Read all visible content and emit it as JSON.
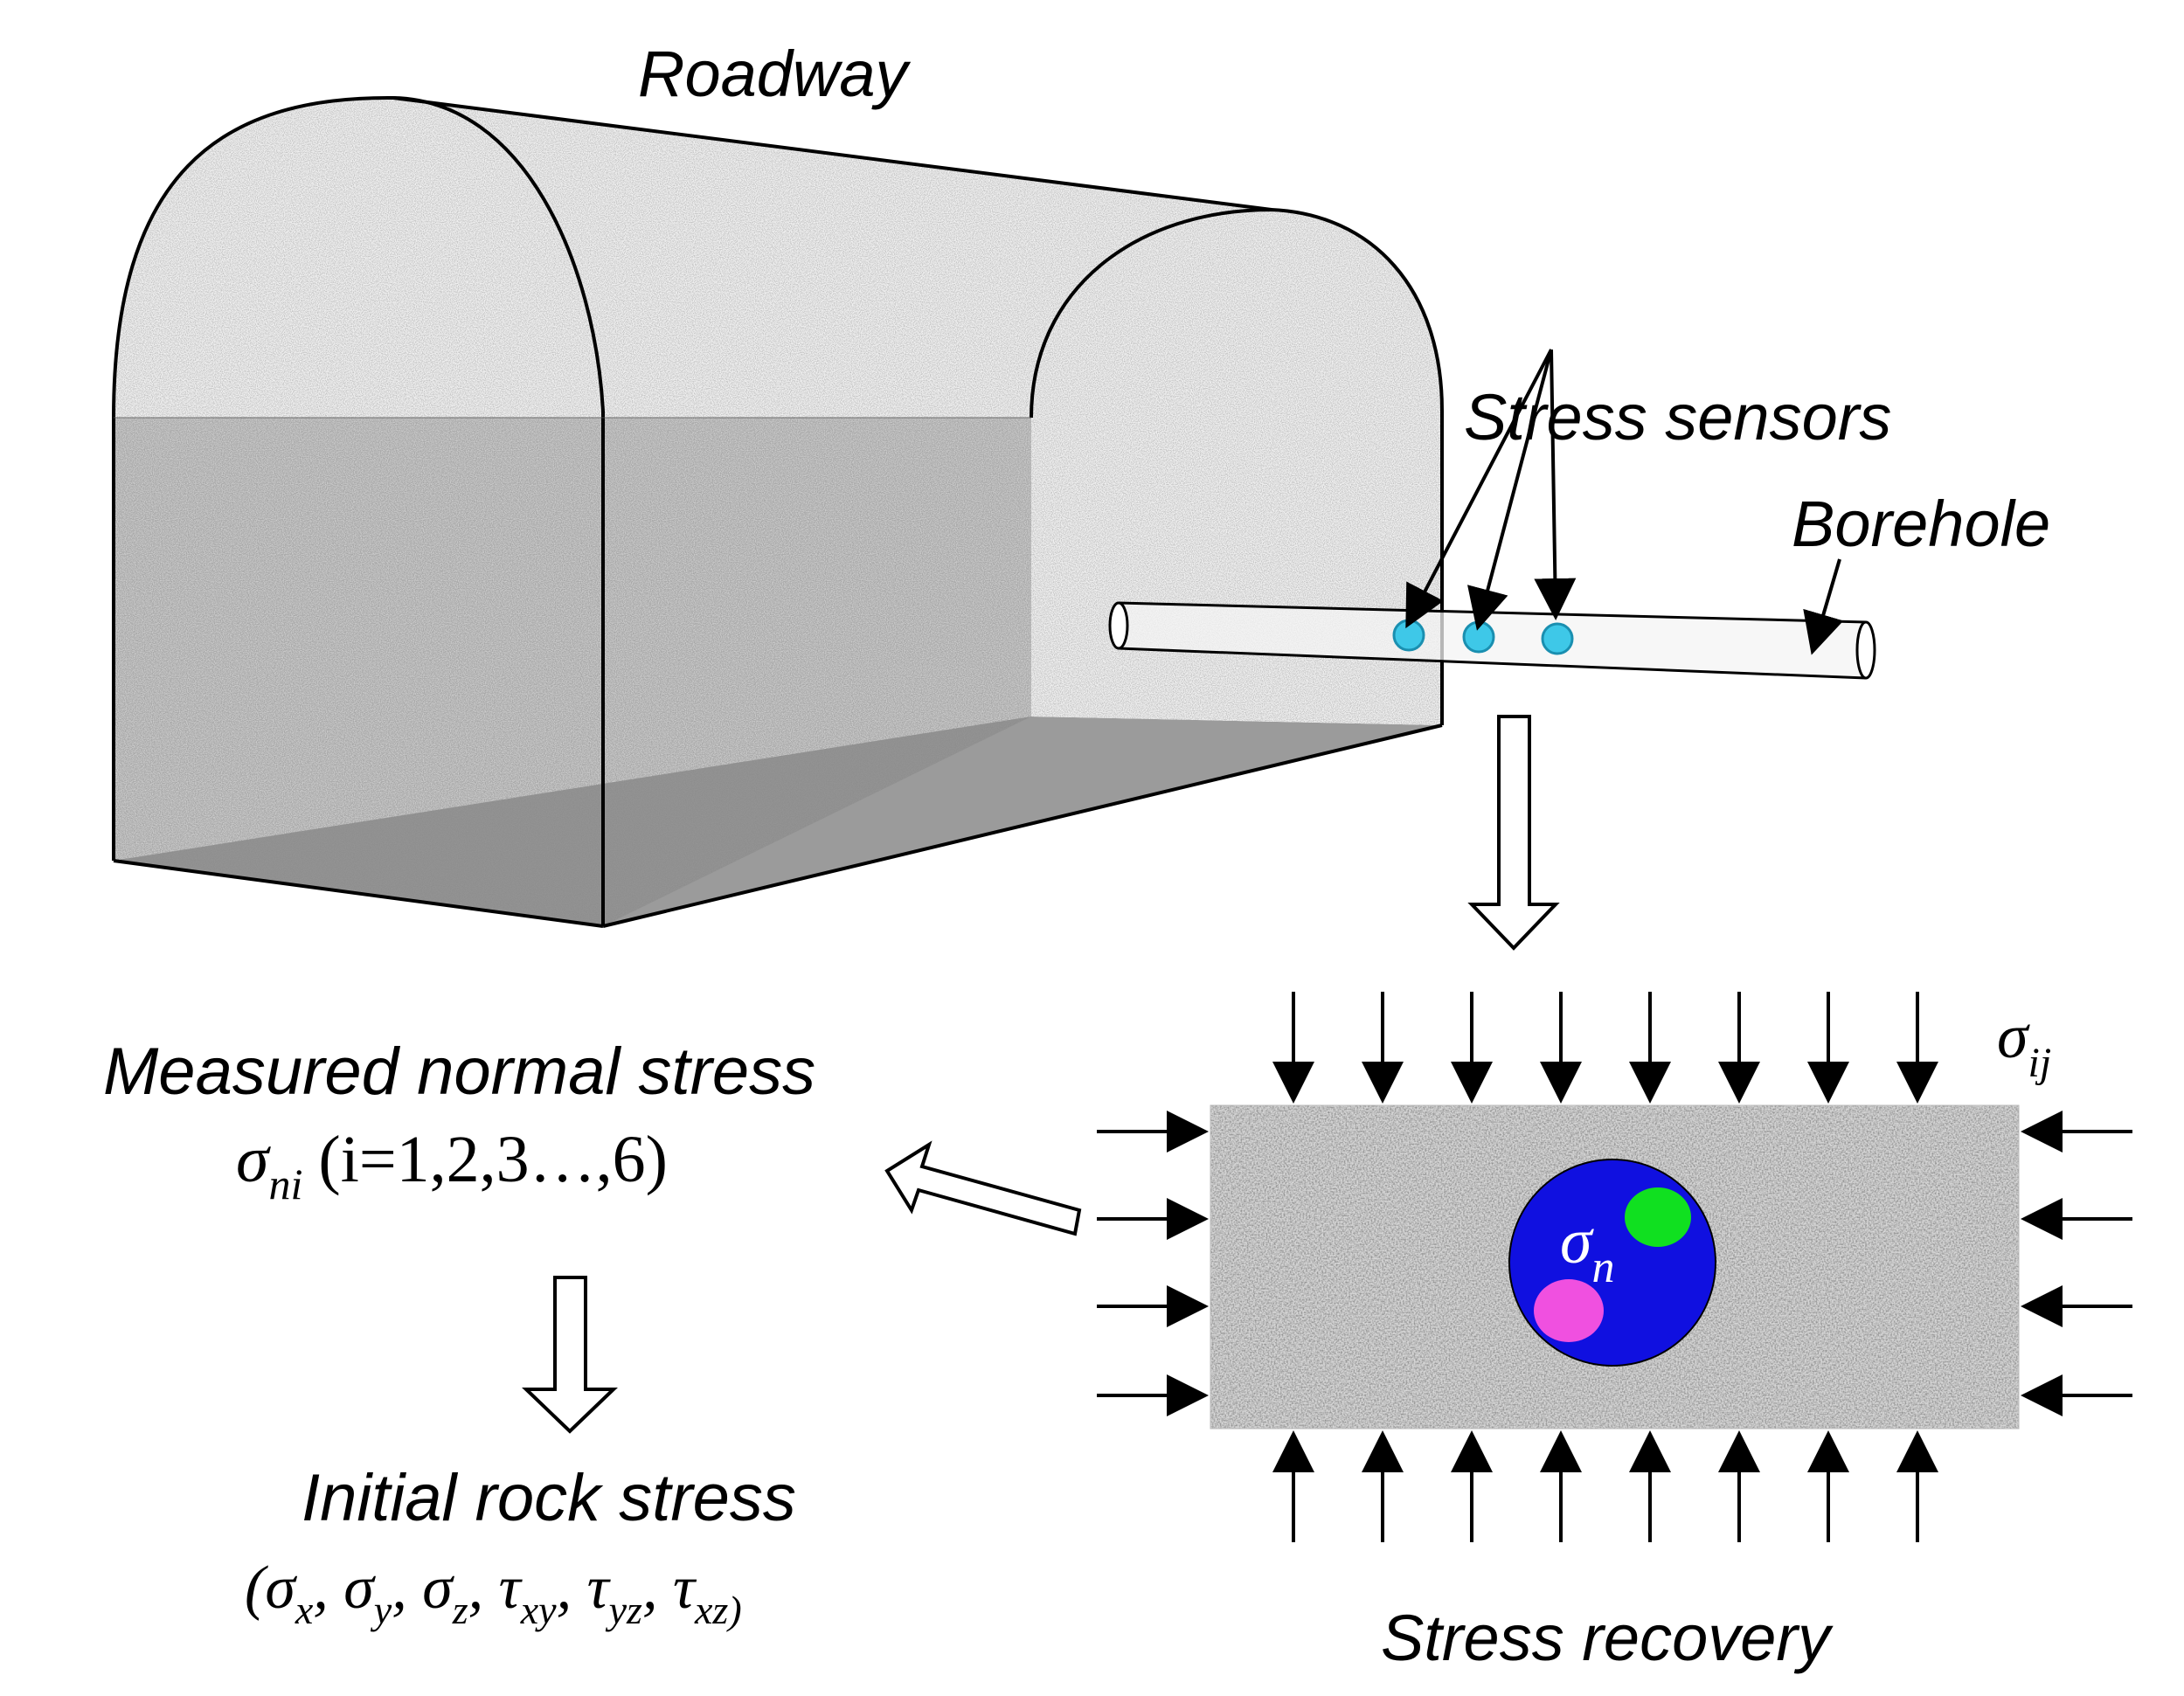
{
  "labels": {
    "roadway": "Roadway",
    "stress_sensors": "Stress sensors",
    "borehole": "Borehole",
    "measured_normal_stress": "Measured normal stress",
    "sigma_ni_expr": "(i=1,2,3…,6)",
    "initial_rock_stress": "Initial rock stress",
    "stress_recovery": "Stress recovery"
  },
  "symbols": {
    "sigma": "σ",
    "tau": "τ",
    "sub_ni": "ni",
    "sub_ij": "ij",
    "sub_n": "n",
    "sub_x": "x",
    "sub_y": "y",
    "sub_z": "z",
    "sub_xy": "xy",
    "sub_yz": "yz",
    "sub_xz": "xz",
    "open_paren": "(",
    "close_paren": ")",
    "comma": ","
  },
  "colors": {
    "sensor": "#3ec8e8",
    "inclusion": "#1010e0",
    "inclusion_green": "#10e020",
    "inclusion_pink": "#f050e0",
    "rock_light": "#d8d8d8",
    "rock_dark": "#9a9a9a"
  }
}
